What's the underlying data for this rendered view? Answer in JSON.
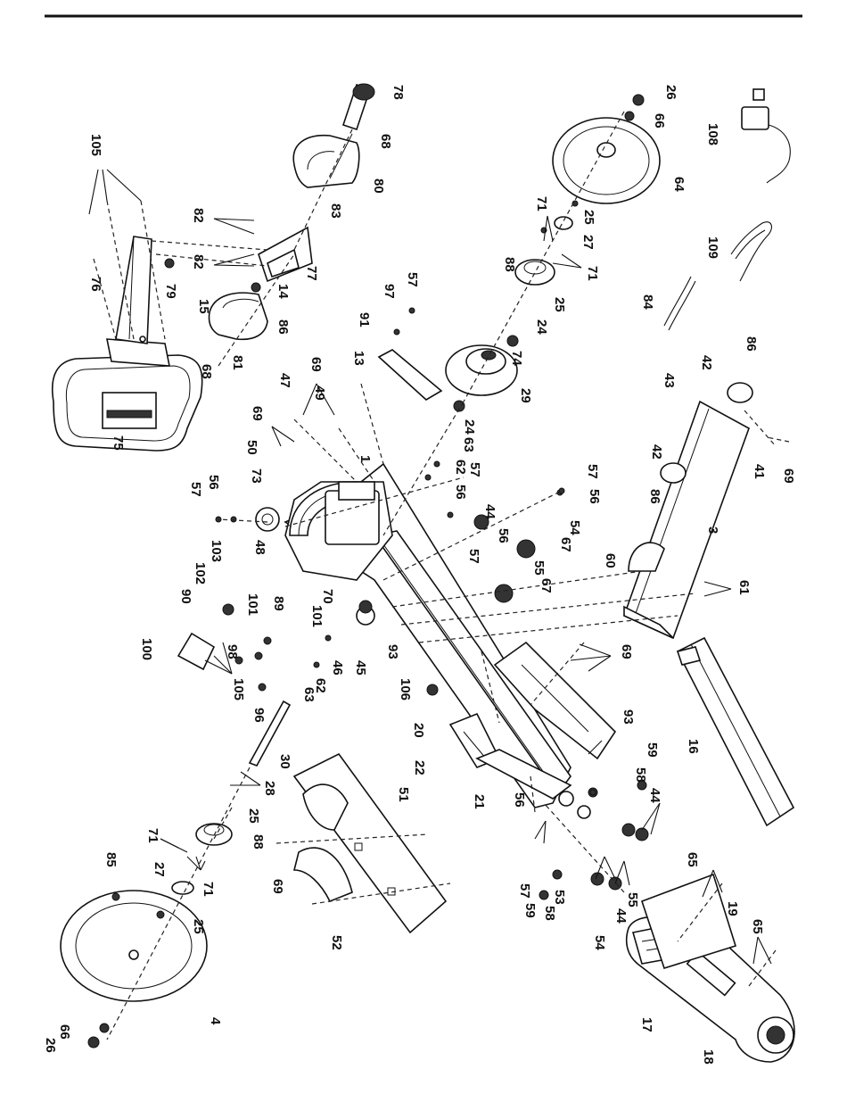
{
  "diagram": {
    "parts": {
      "p1": "1",
      "p3": "3",
      "p4": "4",
      "p13": "13",
      "p14": "14",
      "p15": "15",
      "p16": "16",
      "p17": "17",
      "p18": "18",
      "p19": "19",
      "p20": "20",
      "p21": "21",
      "p22": "22",
      "p24a": "24",
      "p24b": "24",
      "p25a": "25",
      "p25b": "25",
      "p25c": "25",
      "p25d": "25",
      "p26a": "26",
      "p26b": "26",
      "p27a": "27",
      "p27b": "27",
      "p28": "28",
      "p29": "29",
      "p30": "30",
      "p41": "41",
      "p42a": "42",
      "p42b": "42",
      "p43": "43",
      "p44a": "44",
      "p44b": "44",
      "p44c": "44",
      "p45": "45",
      "p46": "46",
      "p47": "47",
      "p48": "48",
      "p49": "49",
      "p50": "50",
      "p51": "51",
      "p52": "52",
      "p53": "53",
      "p54a": "54",
      "p54b": "54",
      "p55a": "55",
      "p55b": "55",
      "p56a": "56",
      "p56b": "56",
      "p56c": "56",
      "p56d": "56",
      "p56e": "56",
      "p57a": "57",
      "p57b": "57",
      "p57c": "57",
      "p57d": "57",
      "p57e": "57",
      "p57f": "57",
      "p58a": "58",
      "p58b": "58",
      "p59a": "59",
      "p59b": "59",
      "p60": "60",
      "p61": "61",
      "p62a": "62",
      "p62b": "62",
      "p63a": "63",
      "p63b": "63",
      "p64": "64",
      "p65a": "65",
      "p65b": "65",
      "p66a": "66",
      "p66b": "66",
      "p67a": "67",
      "p67b": "67",
      "p68a": "68",
      "p68b": "68",
      "p69a": "69",
      "p69b": "69",
      "p69c": "69",
      "p69d": "69",
      "p69e": "69",
      "p70": "70",
      "p71a": "71",
      "p71b": "71",
      "p71c": "71",
      "p71d": "71",
      "p73": "73",
      "p74": "74",
      "p75": "75",
      "p76": "76",
      "p77": "77",
      "p78": "78",
      "p79": "79",
      "p80": "80",
      "p81": "81",
      "p82a": "82",
      "p82b": "82",
      "p83": "83",
      "p84": "84",
      "p85": "85",
      "p86a": "86",
      "p86b": "86",
      "p86c": "86",
      "p88a": "88",
      "p88b": "88",
      "p89": "89",
      "p90": "90",
      "p91": "91",
      "p93a": "93",
      "p93b": "93",
      "p96": "96",
      "p97": "97",
      "p98": "98",
      "p100": "100",
      "p101a": "101",
      "p101b": "101",
      "p102": "102",
      "p103": "103",
      "p105a": "105",
      "p105b": "105",
      "p106": "106",
      "p108": "108",
      "p109": "109"
    }
  }
}
